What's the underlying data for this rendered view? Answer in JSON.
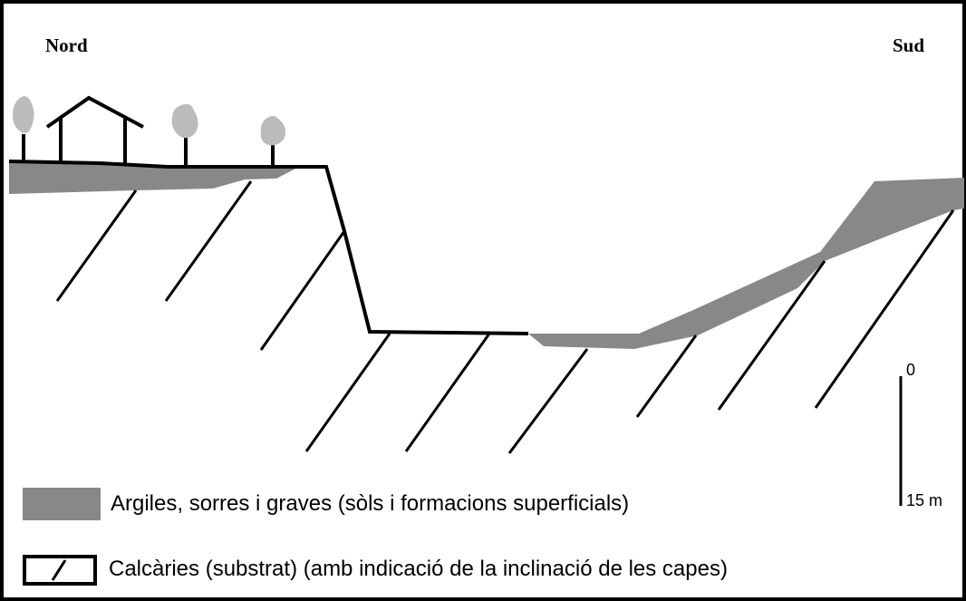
{
  "orientation": {
    "left": "Nord",
    "right": "Sud"
  },
  "legend": [
    {
      "swatch": "gray-fill",
      "label": "Argiles, sorres i graves (sòls i formacions superficials)"
    },
    {
      "swatch": "hatch-box",
      "label": "Calcàries (substrat) (amb indicació de la inclinació de les capes)"
    }
  ],
  "scale": {
    "top": "0",
    "bottom": "15 m"
  },
  "colors": {
    "superficial": "#888888",
    "tree": "#bbbbbb",
    "line": "#000000"
  }
}
